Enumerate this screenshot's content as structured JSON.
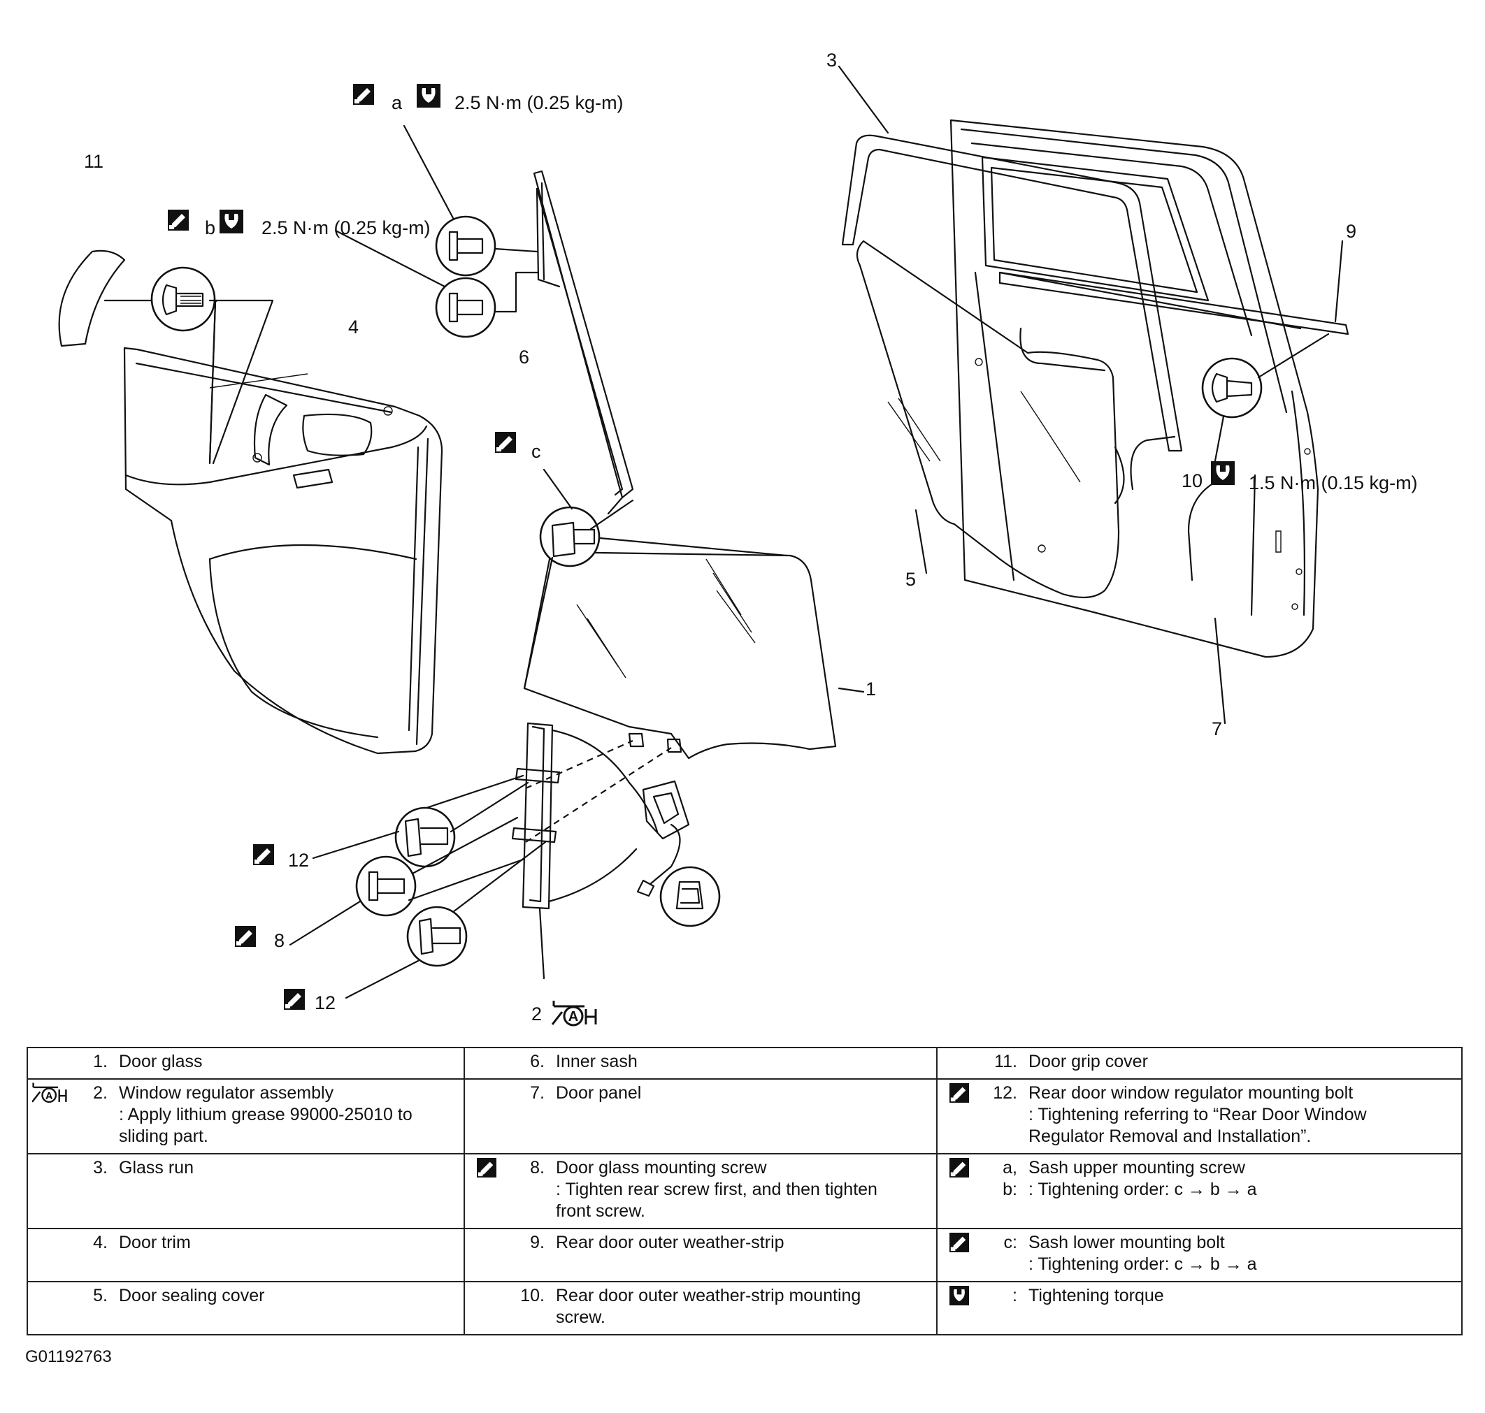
{
  "figure_id": "G01192763",
  "callouts": {
    "n1": "1",
    "n2": "2",
    "n3": "3",
    "n4": "4",
    "n5": "5",
    "n6": "6",
    "n7": "7",
    "n8": "8",
    "n9": "9",
    "n10": "10",
    "n11": "11",
    "n12a": "12",
    "n12b": "12",
    "a": "a",
    "b": "b",
    "c": "c",
    "torque_a": "2.5 N·m (0.25 kg-m)",
    "torque_b": "2.5 N·m (0.25 kg-m)",
    "torque_10": "1.5 N·m (0.15 kg-m)"
  },
  "icons": {
    "thread_lock": "thread-lock-icon",
    "torque": "torque-wrench-icon",
    "grease": "grease-A-icon"
  },
  "legend": {
    "col1": [
      {
        "num": "1.",
        "name": "Door glass",
        "notes": []
      },
      {
        "num": "2.",
        "name": "Window regulator assembly",
        "notes": [
          ": Apply lithium grease 99000-25010 to",
          "sliding part."
        ]
      },
      {
        "num": "3.",
        "name": "Glass run",
        "notes": []
      },
      {
        "num": "4.",
        "name": "Door trim",
        "notes": []
      },
      {
        "num": "5.",
        "name": "Door sealing cover",
        "notes": []
      }
    ],
    "col2": [
      {
        "num": "6.",
        "name": "Inner sash",
        "notes": []
      },
      {
        "num": "7.",
        "name": "Door panel",
        "notes": []
      },
      {
        "num": "8.",
        "name": "Door glass mounting screw",
        "notes": [
          ": Tighten rear screw first, and then tighten",
          "front screw."
        ]
      },
      {
        "num": "9.",
        "name": "Rear door outer weather-strip",
        "notes": []
      },
      {
        "num": "10.",
        "name": "Rear door outer weather-strip mounting",
        "notes": [
          "screw."
        ]
      }
    ],
    "col3": [
      {
        "num": "11.",
        "name": "Door grip cover",
        "notes": []
      },
      {
        "num": "12.",
        "name": "Rear door window regulator mounting bolt",
        "notes": [
          ": Tightening referring to “Rear Door Window",
          "Regulator Removal and Installation”."
        ]
      },
      {
        "num": "a,",
        "num2": "b:",
        "name": "Sash upper mounting screw",
        "notes": [
          ": Tightening order: c → b → a"
        ]
      },
      {
        "num": "c:",
        "name": "Sash lower mounting bolt",
        "notes": [
          ": Tightening order: c → b → a"
        ]
      },
      {
        "num": ":",
        "name": "Tightening torque",
        "notes": []
      }
    ]
  }
}
